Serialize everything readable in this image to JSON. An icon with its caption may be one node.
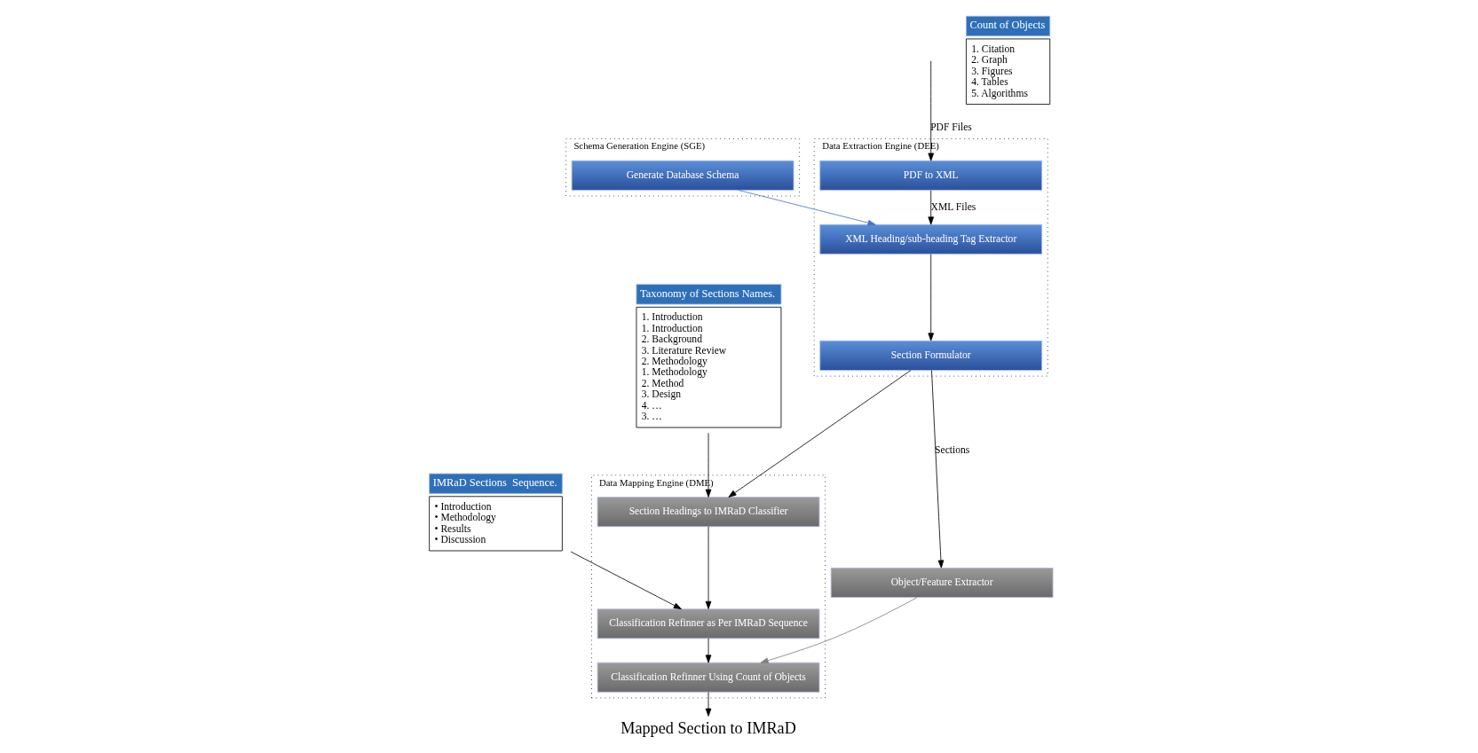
{
  "diagram": {
    "nodes": [
      {
        "text": [
          "Data Extraction Engine (DEE)"
        ]
      },
      {
        "text": [
          "PDF to XML"
        ],
        "in": 0
      },
      {
        "text": [
          "XML Heading/sub-heading Tag Extractor"
        ],
        "in": 0
      },
      {
        "text": [
          "Section Formulator"
        ],
        "in": 0
      },
      {
        "text": [
          "Schema Generation Engine (SGE)"
        ]
      },
      {
        "text": [
          "Generate Database Schema"
        ],
        "in": 4
      },
      {
        "text": [
          "Taxonomy of Sections Names.",
          "1. Introduction",
          "1. Introduction",
          "2. Background",
          "3. Literature Review",
          "2. Methodology",
          "1. Methodology",
          "2. Method",
          "3. Design",
          "4. …",
          "3. …"
        ]
      },
      {
        "text": [
          "IMRaD Sections  Sequence.",
          "• Introduction",
          "• Methodology",
          "• Results",
          "• Discussion"
        ]
      },
      {
        "text": [
          "Data Mapping Engine (DME)"
        ]
      },
      {
        "text": [
          "Section Headings to IMRaD Classifier"
        ],
        "in": 8
      },
      {
        "text": [
          "Classification Refinner as Per IMRaD Sequence"
        ],
        "in": 8
      },
      {
        "text": [
          "Classification Refinner Using Count of Objects"
        ],
        "in": 8
      },
      {
        "text": [
          "Object/Feature Extractor"
        ]
      },
      {
        "text": [
          "Count of Objects",
          "1. Citation",
          "2. Graph",
          "3. Figures",
          "4. Tables",
          "5. Algorithms"
        ]
      },
      {
        "text": [
          "Mapped Section to IMRaD"
        ]
      }
    ],
    "edges": [
      {
        "from": null,
        "to": 1,
        "arrow": "to",
        "label": "PDF Files"
      },
      {
        "from": 1,
        "to": 2,
        "arrow": "to",
        "label": "XML Files"
      },
      {
        "from": 5,
        "to": 2,
        "arrow": "to",
        "color": "#4472c4"
      },
      {
        "from": 2,
        "to": 3,
        "arrow": "to"
      },
      {
        "from": 3,
        "to": 9,
        "arrow": "to"
      },
      {
        "from": 3,
        "to": 12,
        "arrow": "to",
        "label": "Sections"
      },
      {
        "from": 6,
        "to": 9,
        "arrow": "to"
      },
      {
        "from": 7,
        "to": 10,
        "arrow": "to"
      },
      {
        "from": 9,
        "to": 10,
        "arrow": "to"
      },
      {
        "from": 10,
        "to": 11,
        "arrow": "to"
      },
      {
        "from": 12,
        "to": 11,
        "arrow": "to",
        "color": "#808080"
      },
      {
        "from": 11,
        "to": 14,
        "arrow": "to"
      }
    ]
  }
}
